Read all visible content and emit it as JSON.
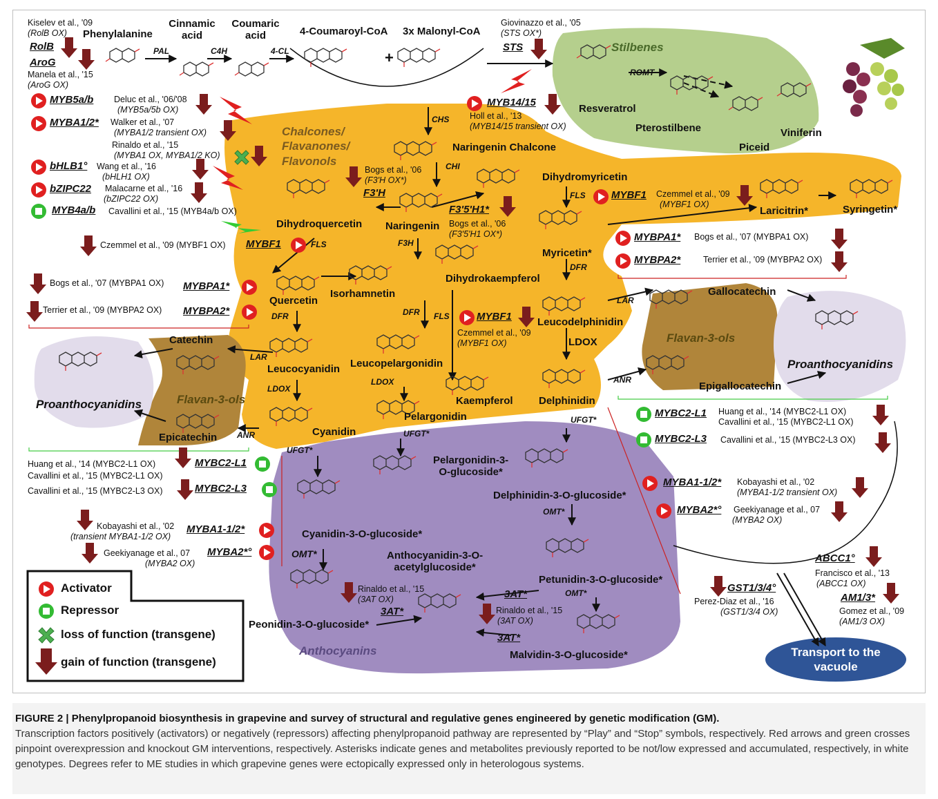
{
  "groups": {
    "chalcones": "Chalcones/\nFlavanones/\nFlavonols",
    "stilbenes": "Stilbenes",
    "flavan3ols_right": "Flavan-3-ols",
    "flavan3ols_left": "Flavan-3-ols",
    "proanthocyanidins_right": "Proanthocyanidins",
    "proanthocyanidins_left": "Proanthocyanidins",
    "anthocyanins": "Anthocyanins",
    "transport": "Transport to the vacuole"
  },
  "metabolites": {
    "phenylalanine": "Phenylalanine",
    "cinnamic": "Cinnamic acid",
    "coumaric": "Coumaric acid",
    "coumaroyl": "4-Coumaroyl-CoA",
    "malonyl": "3x Malonyl-CoA",
    "plus": "+",
    "resveratrol": "Resveratrol",
    "pterostilbene": "Pterostilbene",
    "piceid": "Piceid",
    "viniferin": "Viniferin",
    "naringenin_chalcone": "Naringenin Chalcone",
    "naringenin": "Naringenin",
    "dihydroquercetin": "Dihydroquercetin",
    "dihydromyricetin": "Dihydromyricetin",
    "dihydrokaempferol": "Dihydrokaempferol",
    "laricitrin": "Laricitrin*",
    "syringetin": "Syringetin*",
    "myricetin": "Myricetin*",
    "quercetin": "Quercetin",
    "isorhamnetin": "Isorhamnetin",
    "leucodelphinidin": "Leucodelphinidin",
    "leucocyanidin": "Leucocyanidin",
    "leucopelargonidin": "Leucopelargonidin",
    "kaempferol": "Kaempferol",
    "delphinidin": "Delphinidin",
    "pelargonidin": "Pelargonidin",
    "cyanidin": "Cyanidin",
    "catechin": "Catechin",
    "epicatechin": "Epicatechin",
    "gallocatechin": "Gallocatechin",
    "epigallocatechin": "Epigallocatechin",
    "pelargonidin3g": "Pelargonidin-3-\nO-glucoside*",
    "delphinidin3g": "Delphinidin-3-O-glucoside*",
    "cyanidin3g": "Cyanidin-3-O-glucoside*",
    "antho_acetyl": "Anthocyanidin-3-O-\nacetylglucoside*",
    "petunidin3g": "Petunidin-3-O-glucoside*",
    "peonidin3g": "Peonidin-3-O-glucoside*",
    "malvidin3g": "Malvidin-3-O-glucoside*"
  },
  "enzymes": {
    "pal": "PAL",
    "c4h": "C4H",
    "4cl": "4-CL",
    "chs": "CHS",
    "chi": "CHI",
    "f3h": "F3H",
    "fls_left": "FLS",
    "fls_mid": "FLS",
    "fls_right": "FLS",
    "dfr_left": "DFR",
    "dfr_mid": "DFR",
    "dfr_right": "DFR",
    "lar_left": "LAR",
    "lar_right": "LAR",
    "anr_left": "ANR",
    "anr_right": "ANR",
    "ldox_left": "LDOX",
    "ldox_mid": "LDOX",
    "ldox_right": "LDOX",
    "ufgt1": "UFGT*",
    "ufgt2": "UFGT*",
    "ufgt3": "UFGT*",
    "omt1": "OMT*",
    "omt2": "OMT*",
    "omt3": "OMT*",
    "romt": "ROMT"
  },
  "genes": {
    "rolb": "RolB",
    "arog": "AroG",
    "sts": "STS",
    "myb1415": "MYB14/15",
    "myb5ab": "MYB5a/b",
    "myba12_top": "MYBA1/2*",
    "bhlh1": "bHLB1°",
    "bzip22": "bZIPC22",
    "myb4ab": "MYB4a/b",
    "f3h_gene": "F3'H",
    "f35h": "F3'5'H1*",
    "mybf1_left": "MYBF1",
    "mybf1_mid": "MYBF1",
    "mybf1_right": "MYBF1",
    "mybpa1_left": "MYBPA1*",
    "mybpa2_left": "MYBPA2*",
    "mybpa1_right": "MYBPA1*",
    "mybpa2_right": "MYBPA2*",
    "mybc2l1_left": "MYBC2-L1",
    "mybc2l3_left": "MYBC2-L3",
    "mybc2l1_right": "MYBC2-L1",
    "mybc2l3_right": "MYBC2-L3",
    "myba12_left": "MYBA1-1/2*",
    "myba2_left": "MYBA2*°",
    "myba12_right": "MYBA1-1/2*",
    "myba2_right": "MYBA2*°",
    "abcc1": "ABCC1°",
    "gst": "GST1/3/4°",
    "am13": "AM1/3*",
    "3at_1": "3AT*",
    "3at_2": "3AT*",
    "3at_3": "3AT*"
  },
  "refs": {
    "kiselev": "Kiselev et al., '09",
    "kiselev_ox": "(RolB OX)",
    "manela": "Manela et al., '15",
    "manela_ox": "(AroG OX)",
    "giovinazzo": "Giovinazzo et al., '05",
    "giovinazzo_ox": "(STS OX*)",
    "holl": "Holl et al., '13",
    "holl_ox": "(MYB14/15 transient OX)",
    "deluc": "Deluc et al., '06/'08",
    "deluc_ox": "(MYB5a/5b OX)",
    "walker": "Walker et al., '07",
    "walker_ox": "(MYBA1/2 transient OX)",
    "rinaldo15": "Rinaldo et al., '15",
    "rinaldo15_ox": "(MYBA1 OX, MYBA1/2 KO)",
    "wang": "Wang et al., '16",
    "wang_ox": "(bHLH1 OX)",
    "malacarne": "Malacarne et al., '16",
    "malacarne_ox": "(bZIPC22 OX)",
    "cavallini4": "Cavallini et al., '15 (MYB4a/b OX)",
    "czemmel_left": "Czemmel et al., '09 (MYBF1 OX)",
    "bogs06": "Bogs et al., '06",
    "bogs06_ox": "(F3'H OX*)",
    "bogs06b": "Bogs et al., '06",
    "bogs06b_ox": "(F3'5'H1 OX*)",
    "czemmel_right": "Czemmel et al., '09",
    "czemmel_right_ox": "(MYBF1 OX)",
    "czemmel_mid": "Czemmel et al., '09",
    "czemmel_mid_ox": "(MYBF1 OX)",
    "bogs07_left": "Bogs et al., '07 (MYBPA1 OX)",
    "terrier_left": "Terrier et al., '09 (MYBPA2 OX)",
    "bogs07_right": "Bogs et al., '07 (MYBPA1 OX)",
    "terrier_right": "Terrier et al., '09 (MYBPA2 OX)",
    "huang_left": "Huang et al., '14 (MYBC2-L1 OX)",
    "cavallini_l1_left": "Cavallini et al., '15 (MYBC2-L1 OX)",
    "cavallini_l3_left": "Cavallini et al., '15 (MYBC2-L3 OX)",
    "huang_right": "Huang et al., '14 (MYBC2-L1 OX)",
    "cavallini_l1_right": "Cavallini et al., '15 (MYBC2-L1 OX)",
    "cavallini_l3_right": "Cavallini et al., '15 (MYBC2-L3 OX)",
    "kobayashi_left": "Kobayashi et al., '02",
    "kobayashi_left_ox": "(transient MYBA1-1/2 OX)",
    "geekiyanage_left": "Geekiyanage et al., 07",
    "geekiyanage_left_ox": "(MYBA2 OX)",
    "kobayashi_right": "Kobayashi et al., '02",
    "kobayashi_right_ox": "(MYBA1-1/2 transient OX)",
    "geekiyanage_right": "Geekiyanage et al., 07",
    "geekiyanage_right_ox": "(MYBA2 OX)",
    "rinaldo_3at_a": "Rinaldo et al., '15",
    "rinaldo_3at_a_ox": "(3AT OX)",
    "rinaldo_3at_b": "Rinaldo et al., '15",
    "rinaldo_3at_b_ox": "(3AT OX)",
    "francisco": "Francisco et al., '13",
    "francisco_ox": "(ABCC1 OX)",
    "perez": "Perez-Diaz et al., '16",
    "perez_ox": "(GST1/3/4 OX)",
    "gomez": "Gomez et al., '09",
    "gomez_ox": "(AM1/3 OX)"
  },
  "legend": {
    "activator": "Activator",
    "repressor": "Repressor",
    "loss": "loss of function (transgene)",
    "gain": "gain of function (transgene)"
  },
  "caption": {
    "title": "FIGURE 2 | Phenylpropanoid biosynthesis in grapevine and survey of structural and regulative genes engineered by genetic modification (GM).",
    "body": "Transcription factors positively (activators) or negatively (repressors) affecting phenylpropanoid pathway are represented by “Play” and “Stop” symbols, respectively. Red arrows and green crosses pinpoint overexpression and knockout GM interventions, respectively. Asterisks indicate genes and metabolites previously reported to be not/low expressed and accumulated, respectively, in white genotypes. Degrees refer to ME studies in which grapevine genes were ectopically expressed only in heterologous systems."
  },
  "colors": {
    "chalcone_bg": "#f5b52a",
    "stilbene_bg": "#b5cf8d",
    "anthocyanin_bg": "#a08cc0",
    "flavanol_bg": "#b0853a",
    "proantho_bg": "#e2dceb",
    "vacuole_bg": "#2f5597",
    "activator": "#e02020",
    "repressor": "#33bb33",
    "gof_arrow": "#7b1d1d"
  }
}
